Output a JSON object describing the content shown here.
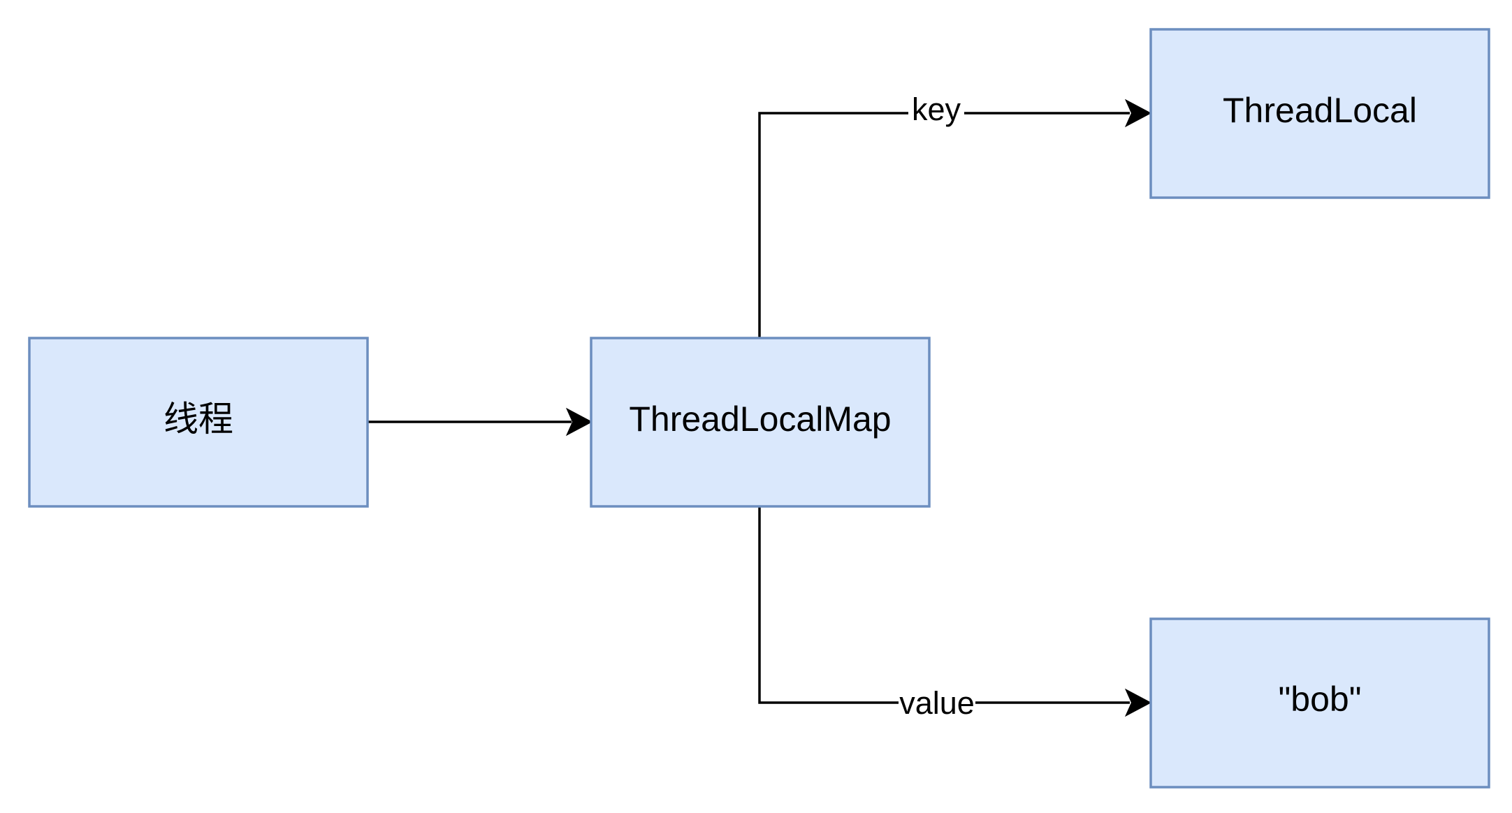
{
  "nodes": {
    "thread": {
      "label": "线程"
    },
    "threadlocalmap": {
      "label": "ThreadLocalMap"
    },
    "threadlocal": {
      "label": "ThreadLocal"
    },
    "bob": {
      "label": "\"bob\""
    }
  },
  "edges": {
    "thread_to_map": {
      "label": ""
    },
    "map_to_threadlocal": {
      "label": "key"
    },
    "map_to_bob": {
      "label": "value"
    }
  },
  "colors": {
    "node_fill": "#dae8fc",
    "node_stroke": "#6c8ebf",
    "edge": "#000000",
    "background": "#ffffff"
  }
}
